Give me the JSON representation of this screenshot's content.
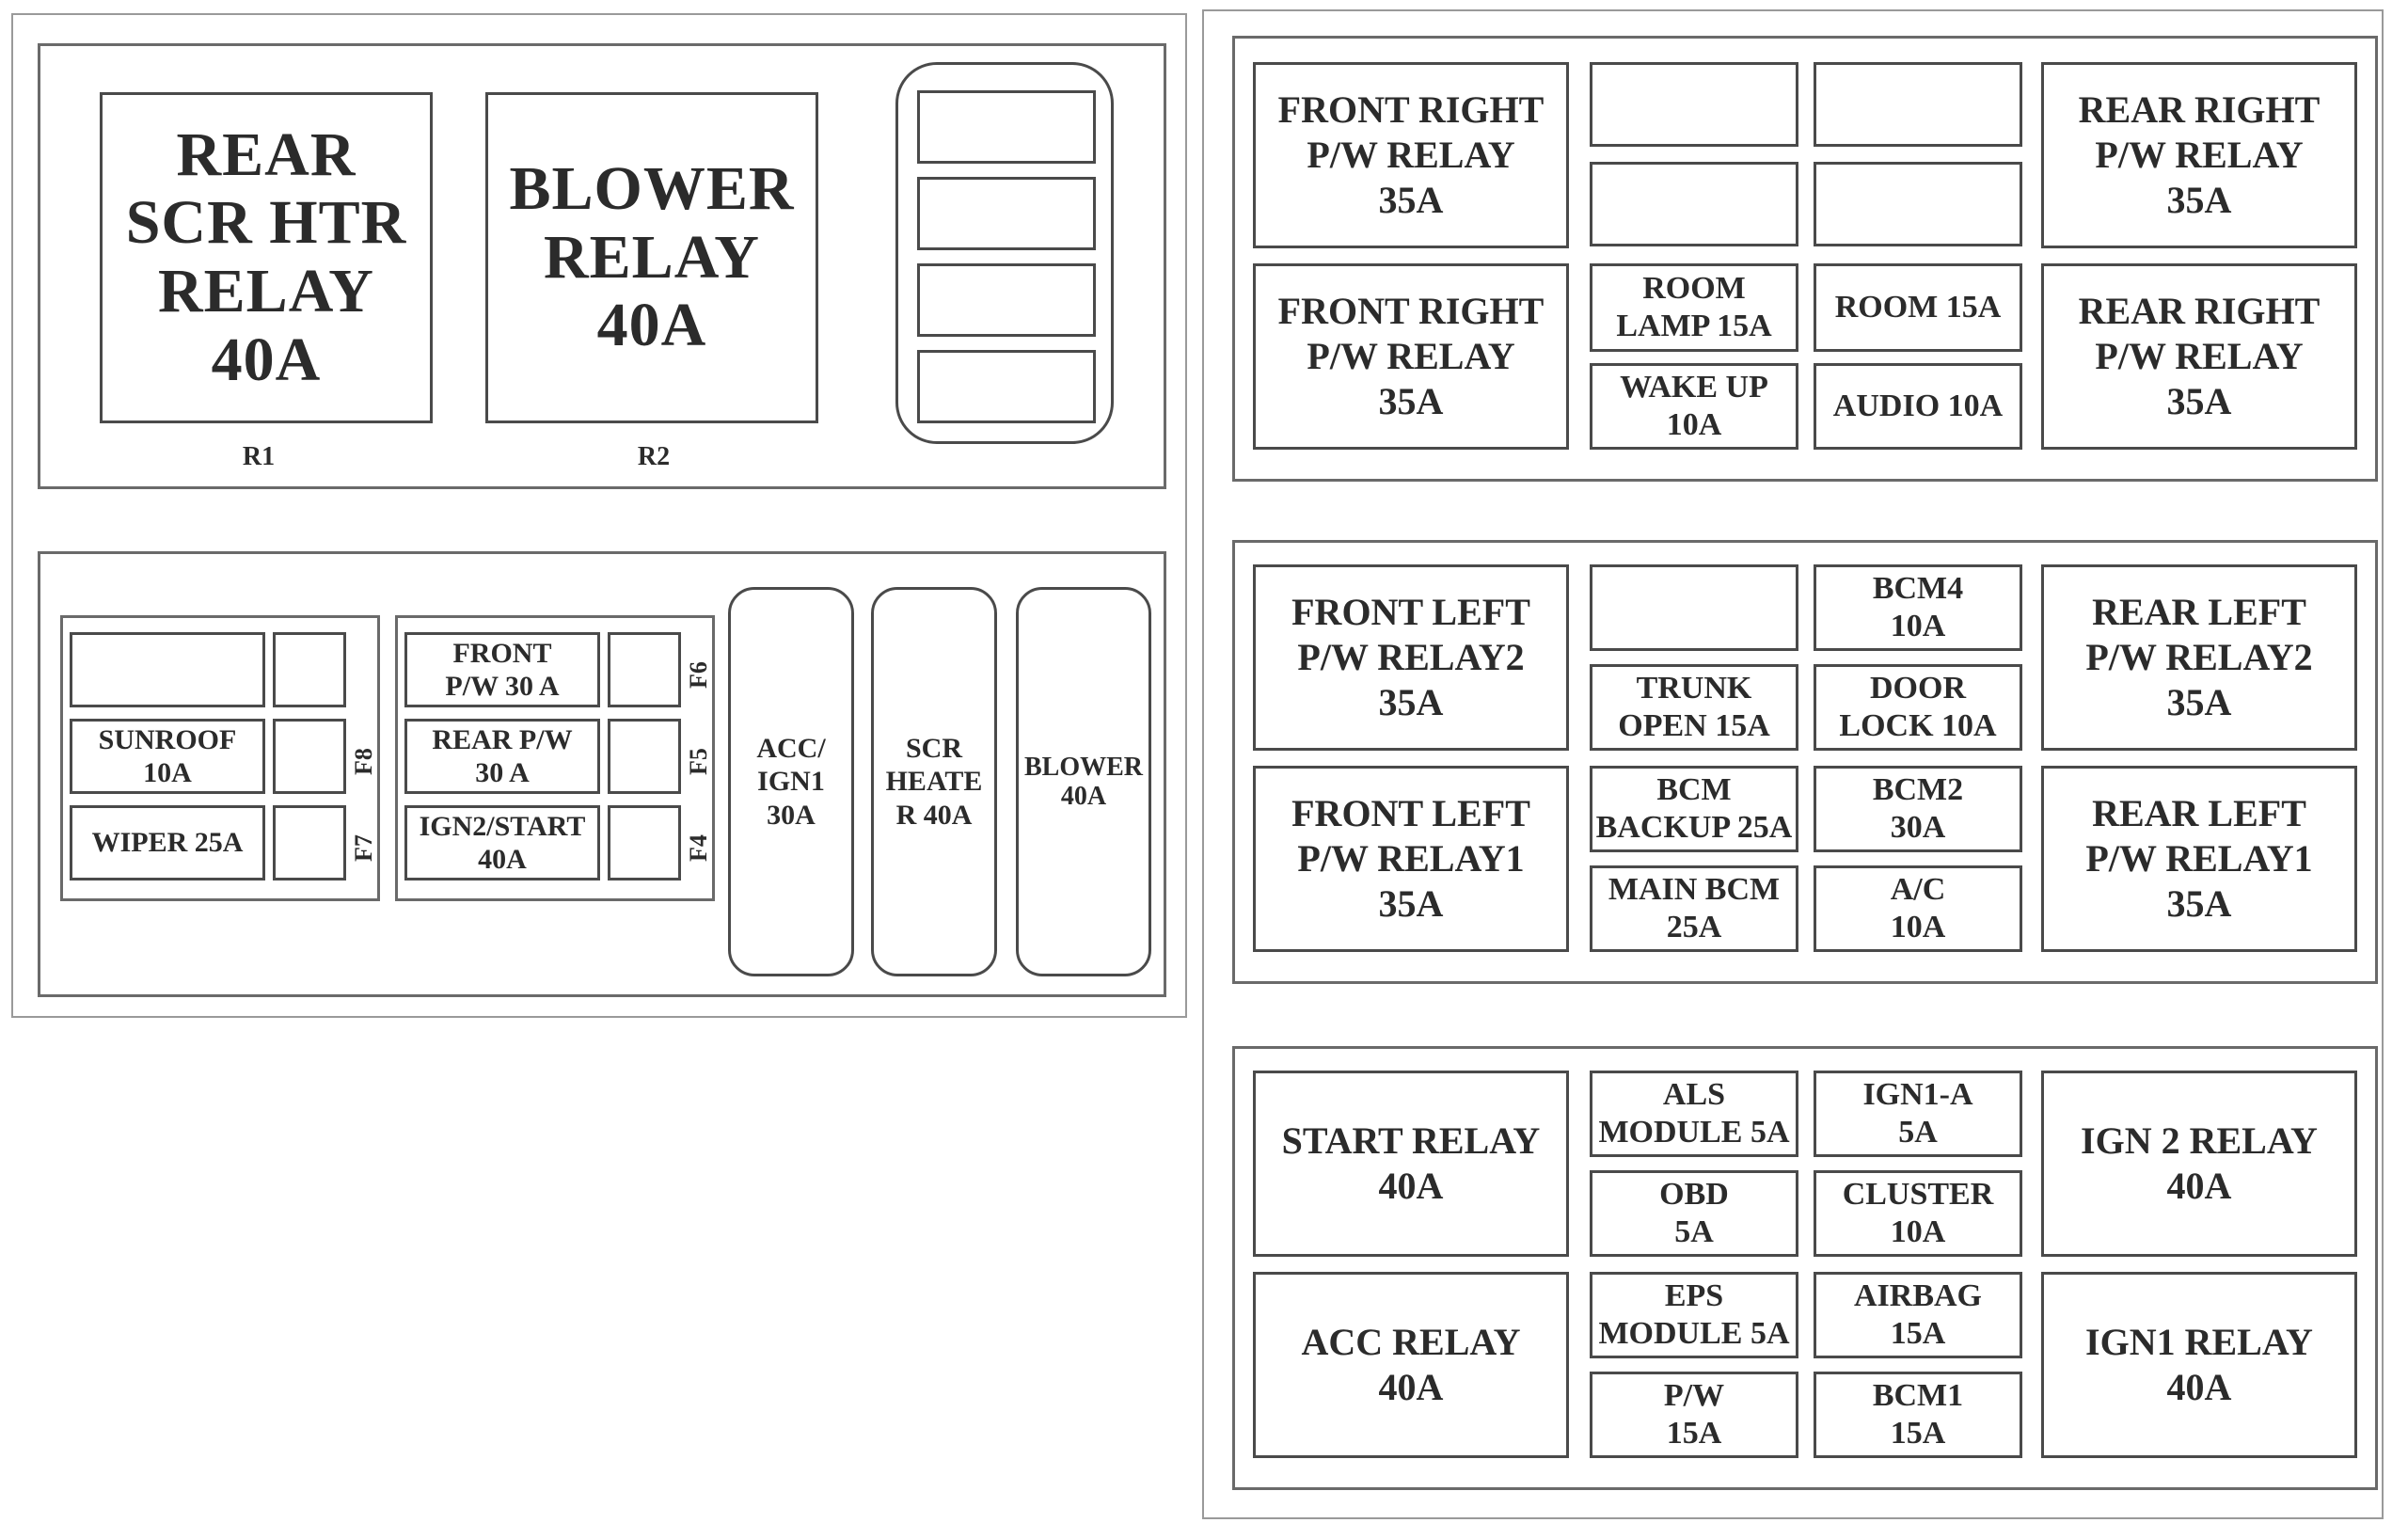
{
  "left_top": {
    "r1_box": "REAR\nSCR HTR\nRELAY\n40A",
    "r1_label": "R1",
    "r2_box": "BLOWER\nRELAY\n40A",
    "r2_label": "R2"
  },
  "left_bottom": {
    "sunroof": "SUNROOF\n10A",
    "wiper": "WIPER 25A",
    "f8": "F8",
    "f7": "F7",
    "front_pw": "FRONT\nP/W 30 A",
    "rear_pw": "REAR P/W\n30 A",
    "ign2_start": "IGN2/START\n40A",
    "f6": "F6",
    "f5": "F5",
    "f4": "F4",
    "acc_ign1": "ACC/\nIGN1\n30A",
    "scr_heater": "SCR\nHEATE\nR 40A",
    "blower": "BLOWER\n40A"
  },
  "right_top": {
    "front_right_pw_relay_1": "FRONT RIGHT\nP/W RELAY\n35A",
    "front_right_pw_relay_2": "FRONT RIGHT\nP/W RELAY\n35A",
    "rear_right_pw_relay_1": "REAR RIGHT\nP/W RELAY\n35A",
    "rear_right_pw_relay_2": "REAR RIGHT\nP/W RELAY\n35A",
    "room_lamp": "ROOM\nLAMP 15A",
    "room": "ROOM 15A",
    "wake_up": "WAKE UP\n10A",
    "audio": "AUDIO 10A"
  },
  "right_mid": {
    "front_left_pw_relay2": "FRONT LEFT\nP/W RELAY2\n35A",
    "front_left_pw_relay1": "FRONT LEFT\nP/W RELAY1\n35A",
    "rear_left_pw_relay2": "REAR LEFT\nP/W RELAY2\n35A",
    "rear_left_pw_relay1": "REAR LEFT\nP/W RELAY1\n35A",
    "bcm4": "BCM4\n10A",
    "trunk_open": "TRUNK\nOPEN 15A",
    "door_lock": "DOOR\nLOCK 10A",
    "bcm_backup": "BCM\nBACKUP 25A",
    "bcm2": "BCM2\n30A",
    "main_bcm": "MAIN BCM\n25A",
    "ac": "A/C\n10A"
  },
  "right_bottom": {
    "start_relay": "START RELAY\n40A",
    "acc_relay": "ACC RELAY\n40A",
    "ign2_relay": "IGN 2 RELAY\n40A",
    "ign1_relay": "IGN1 RELAY\n40A",
    "als_module": "ALS\nMODULE 5A",
    "ign1_a": "IGN1-A\n5A",
    "obd": "OBD\n5A",
    "cluster": "CLUSTER\n10A",
    "eps_module": "EPS\nMODULE 5A",
    "airbag": "AIRBAG\n15A",
    "pw": "P/W\n15A",
    "bcm1": "BCM1\n15A"
  }
}
